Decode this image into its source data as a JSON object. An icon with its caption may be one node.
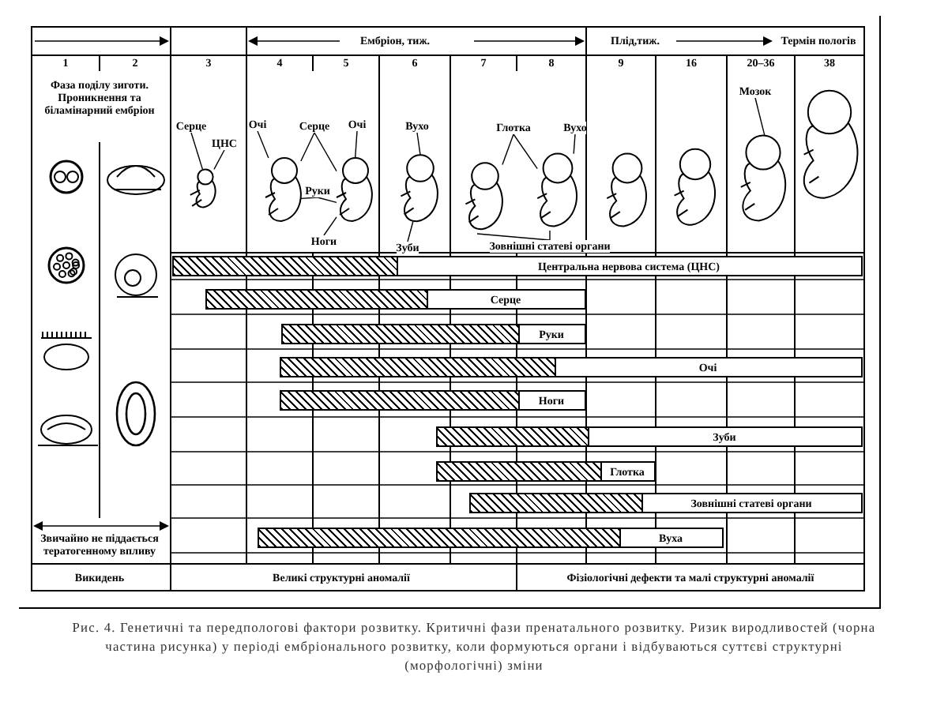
{
  "diagram": {
    "caption": "Рис. 4. Генетичні та передпологові фактори розвитку. Критичні фази пренатального розвитку. Ризик виродливостей (чорна частина рисунка) у періоді ембріонального розвитку, коли формуються органи і відбуваються суттєві структурні (морфологічні) зміни",
    "nodes": [
      {
        "text": [
          "Серце"
        ]
      },
      {
        "text": [
          "ЦНС"
        ]
      },
      {
        "text": [
          "Очі"
        ]
      },
      {
        "text": [
          "Серце"
        ]
      },
      {
        "text": [
          "Очі"
        ]
      },
      {
        "text": [
          "Руки"
        ]
      },
      {
        "text": [
          "Ноги"
        ]
      },
      {
        "text": [
          "Вухо"
        ]
      },
      {
        "text": [
          "Зуби"
        ]
      },
      {
        "text": [
          "Глотка"
        ]
      },
      {
        "text": [
          "Вухо"
        ]
      },
      {
        "text": [
          "Зовнішні статеві органи"
        ]
      },
      {
        "text": [
          "Мозок"
        ]
      },
      {
        "text": [
          "Центральна нервова система (ЦНС)"
        ]
      },
      {
        "text": [
          "Серце"
        ]
      },
      {
        "text": [
          "Руки"
        ]
      },
      {
        "text": [
          "Очі"
        ]
      },
      {
        "text": [
          "Ноги"
        ]
      },
      {
        "text": [
          "Зуби"
        ]
      },
      {
        "text": [
          "Глотка"
        ]
      },
      {
        "text": [
          "Зовнішні статеві органи"
        ]
      },
      {
        "text": [
          "Вуха"
        ]
      },
      {
        "text": [],
        "shape": "picture"
      },
      {
        "text": [],
        "shape": "picture"
      },
      {
        "text": [],
        "shape": "picture"
      },
      {
        "text": [],
        "shape": "picture"
      },
      {
        "text": [],
        "shape": "picture"
      },
      {
        "text": [],
        "shape": "picture"
      },
      {
        "text": [],
        "shape": "picture"
      },
      {
        "text": [],
        "shape": "picture"
      },
      {
        "text": [],
        "shape": "picture"
      },
      {
        "text": [],
        "shape": "picture"
      }
    ],
    "edges": [
      {
        "from": 0,
        "to": 22,
        "arrow": "none"
      },
      {
        "from": 1,
        "to": 22,
        "arrow": "none"
      },
      {
        "from": 2,
        "to": 23,
        "arrow": "none"
      },
      {
        "from": 3,
        "to": 23,
        "arrow": "none"
      },
      {
        "from": 3,
        "to": 24,
        "arrow": "none"
      },
      {
        "from": 4,
        "to": 24,
        "arrow": "none"
      },
      {
        "from": 5,
        "to": 23,
        "arrow": "none"
      },
      {
        "from": 5,
        "to": 24,
        "arrow": "none"
      },
      {
        "from": 6,
        "to": 24,
        "arrow": "none"
      },
      {
        "from": 7,
        "to": 25,
        "arrow": "none"
      },
      {
        "from": 8,
        "to": 25,
        "arrow": "none"
      },
      {
        "from": 9,
        "to": 26,
        "arrow": "none"
      },
      {
        "from": 9,
        "to": 27,
        "arrow": "none"
      },
      {
        "from": 10,
        "to": 27,
        "arrow": "none"
      },
      {
        "from": 11,
        "to": 26,
        "arrow": "none"
      },
      {
        "from": 11,
        "to": 27,
        "arrow": "none"
      },
      {
        "from": 12,
        "to": 30,
        "arrow": "none"
      }
    ],
    "labels": [
      "Ембріон, тиж.",
      "Плід,тиж.",
      "Термін пологів",
      "1",
      "2",
      "3",
      "4",
      "5",
      "6",
      "7",
      "8",
      "9",
      "16",
      "20–36",
      "38",
      "Фаза поділу зиготи. Проникнення та біламінарний ембріон",
      "Звичайно не піддається тератогенному впливу",
      "Викидень",
      "Великі структурні аномалії",
      "Фізіологічні дефекти та малі структурні аномалії"
    ]
  }
}
